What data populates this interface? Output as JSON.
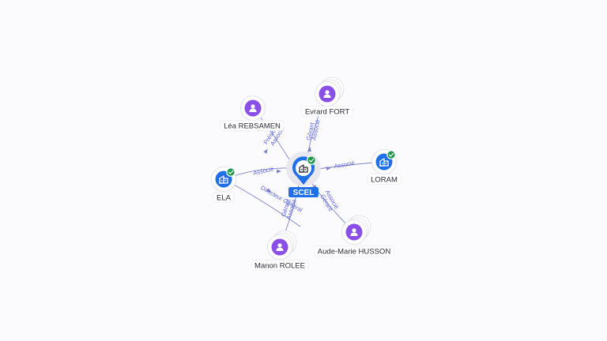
{
  "colors": {
    "person": "#8a4fe6",
    "company": "#1e6fe8",
    "edge": "#7e84c9",
    "edge_label": "#5a63d8",
    "verified": "#1d9a4a",
    "center_badge": "#1e6fe8"
  },
  "center": {
    "label": "SCEL",
    "icon": "building-icon",
    "verified": true
  },
  "nodes": [
    {
      "id": "lea",
      "label": "Léa REBSAMEN",
      "kind": "person",
      "icon": "person-icon",
      "verified": false
    },
    {
      "id": "evrard",
      "label": "Evrard FORT",
      "kind": "person",
      "icon": "person-icon",
      "verified": false
    },
    {
      "id": "ela",
      "label": "ELA",
      "kind": "company",
      "icon": "building-icon",
      "verified": true
    },
    {
      "id": "loram",
      "label": "LORAM",
      "kind": "company",
      "icon": "building-icon",
      "verified": true
    },
    {
      "id": "manon",
      "label": "Manon ROLEE",
      "kind": "person",
      "icon": "person-icon",
      "verified": false
    },
    {
      "id": "aude",
      "label": "Aude-Marie HUSSON",
      "kind": "person",
      "icon": "person-icon",
      "verified": false
    }
  ],
  "edges": [
    {
      "from": "lea",
      "labels": [
        "Président",
        "Associé"
      ]
    },
    {
      "from": "evrard",
      "labels": [
        "Gérant",
        "Associé"
      ]
    },
    {
      "from": "ela",
      "labels": [
        "Associé"
      ]
    },
    {
      "from": "ela",
      "labels": [
        "Directeur Général"
      ]
    },
    {
      "from": "loram",
      "labels": [
        "Associé"
      ]
    },
    {
      "from": "manon",
      "labels": [
        "Gérant",
        "Associé"
      ]
    },
    {
      "from": "aude",
      "labels": [
        "Gérant",
        "Associé"
      ]
    }
  ]
}
